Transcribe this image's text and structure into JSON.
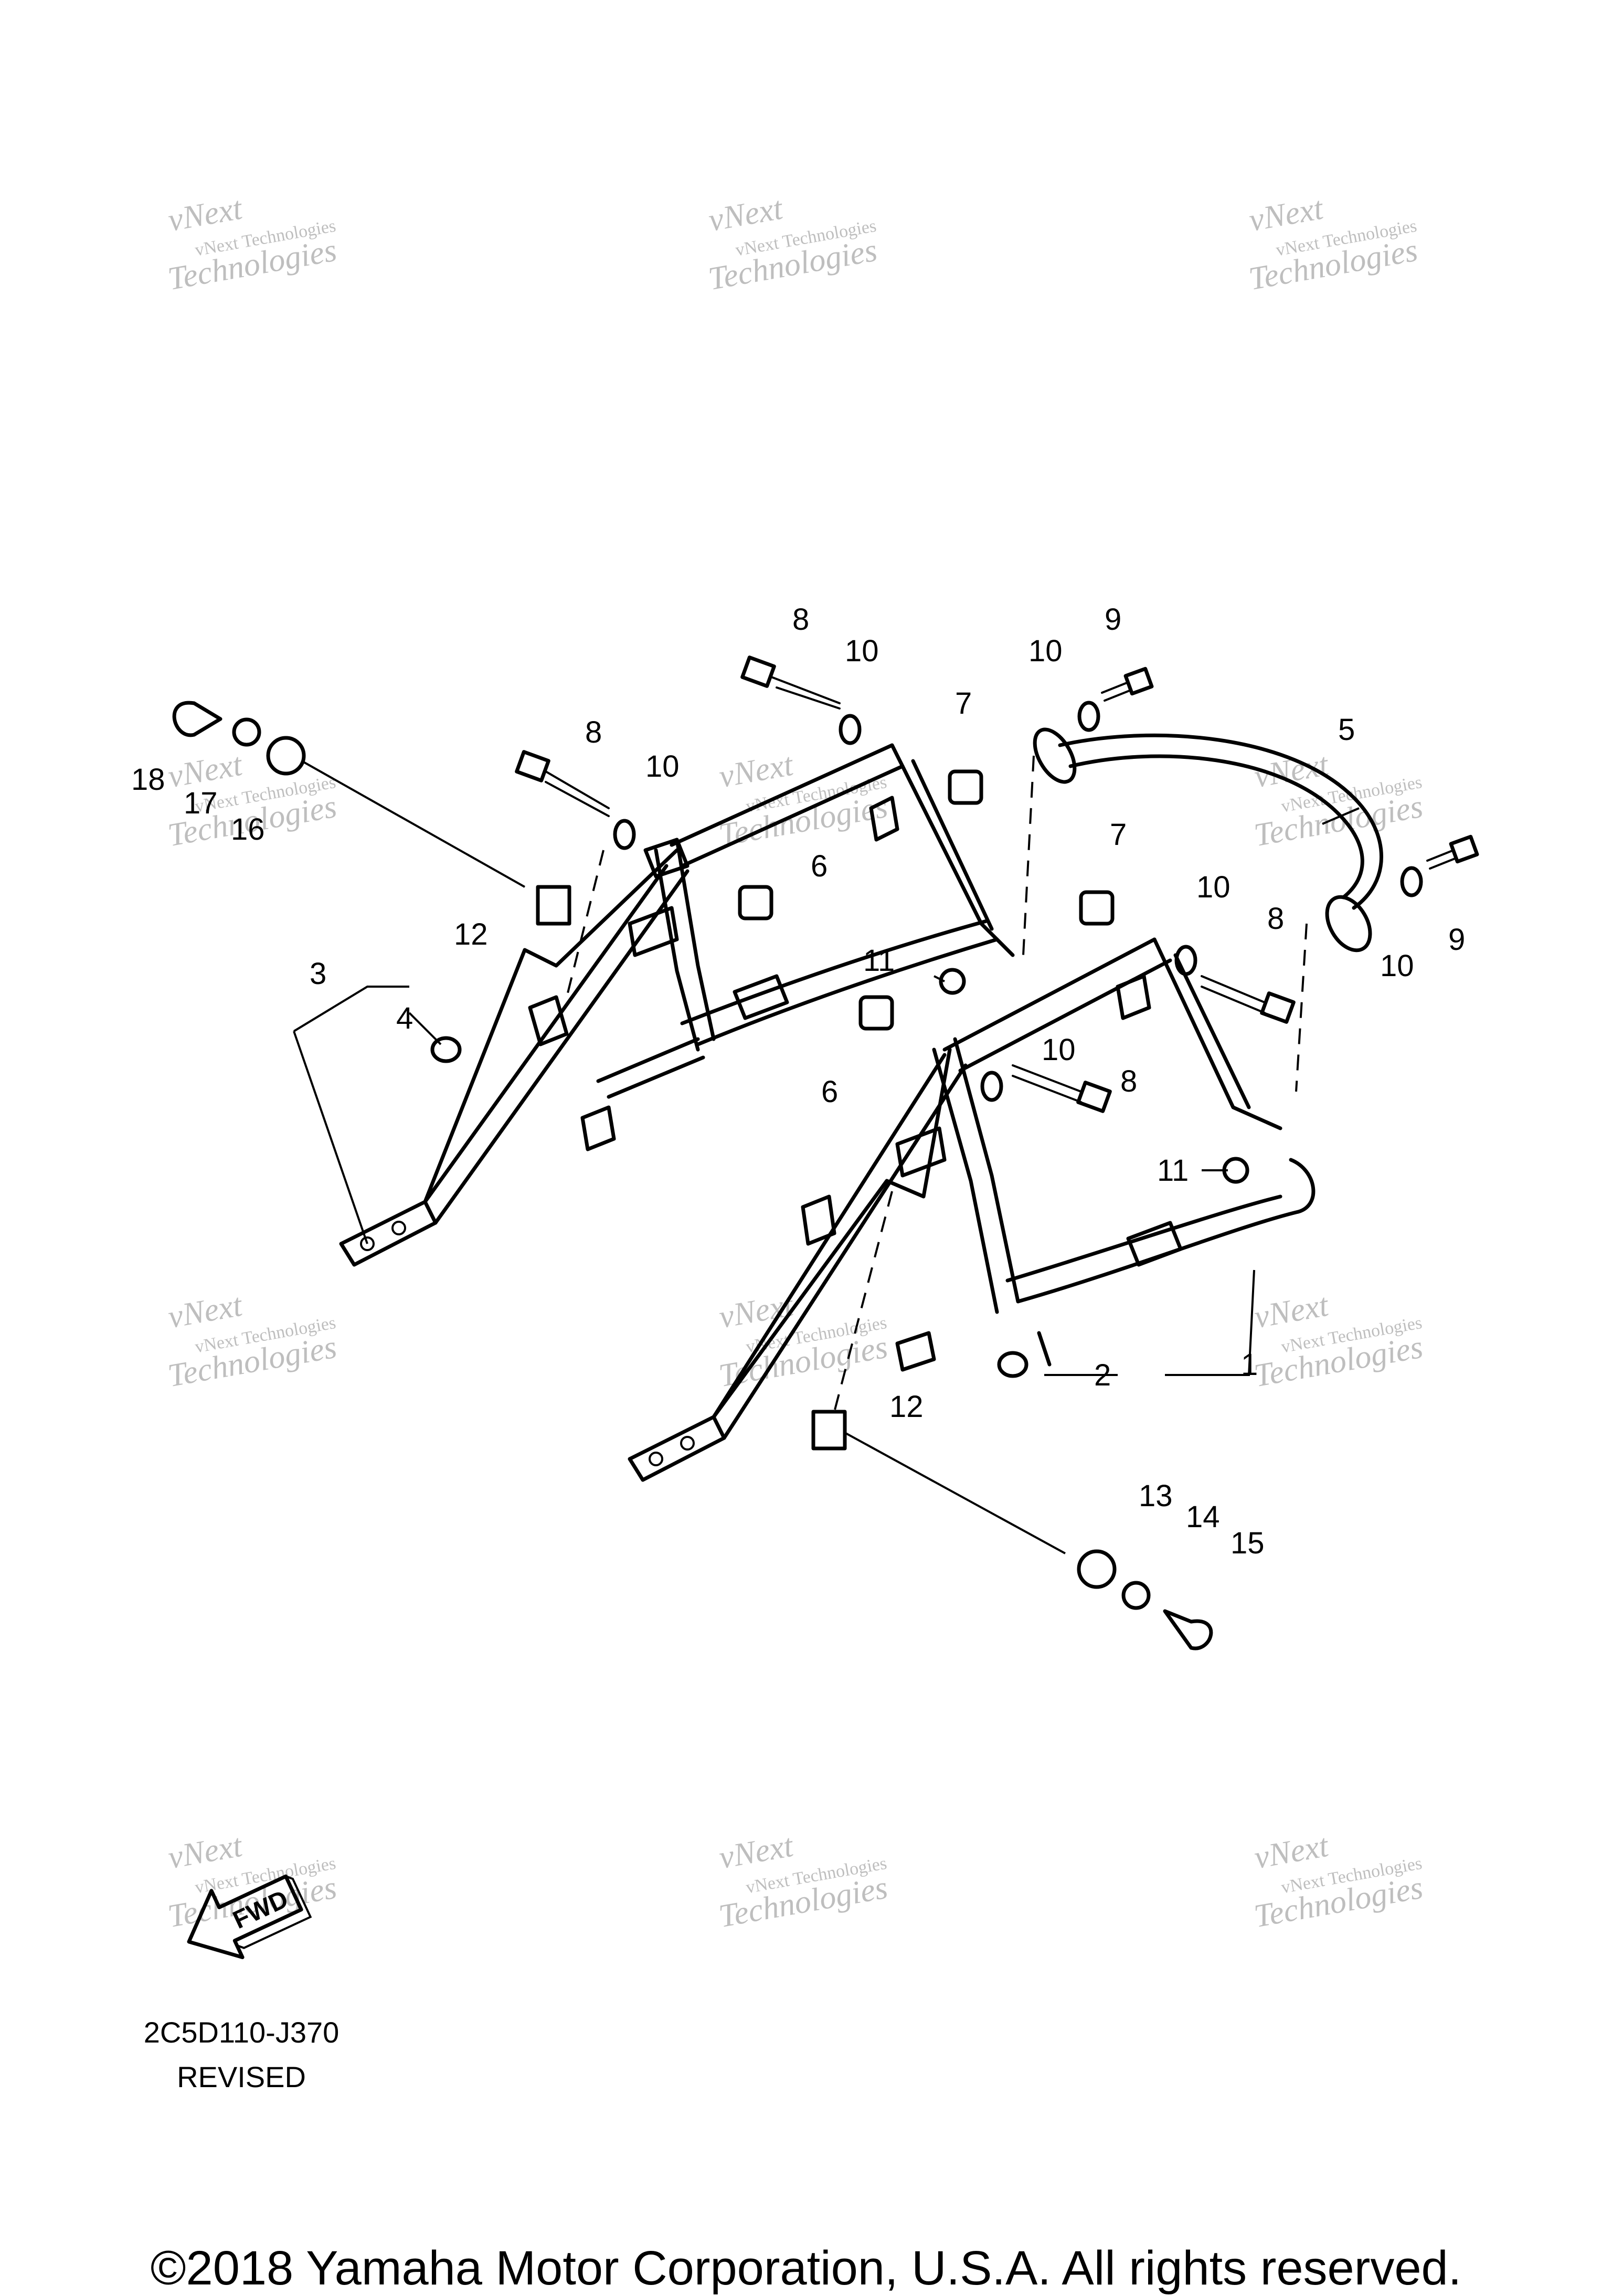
{
  "watermark": {
    "line1": "vNext",
    "line2": "vNext Technologies",
    "line3": "Technologies"
  },
  "callouts": [
    "1",
    "2",
    "3",
    "4",
    "5",
    "6",
    "6",
    "7",
    "7",
    "8",
    "8",
    "8",
    "8",
    "9",
    "9",
    "10",
    "10",
    "10",
    "10",
    "10",
    "10",
    "11",
    "11",
    "12",
    "12",
    "13",
    "14",
    "15",
    "16",
    "17",
    "18"
  ],
  "fwd_label": "FWD",
  "diagram_code": "2C5D110-J370",
  "revision": "REVISED",
  "copyright": "©2018 Yamaha Motor Corporation, U.S.A. All rights reserved."
}
